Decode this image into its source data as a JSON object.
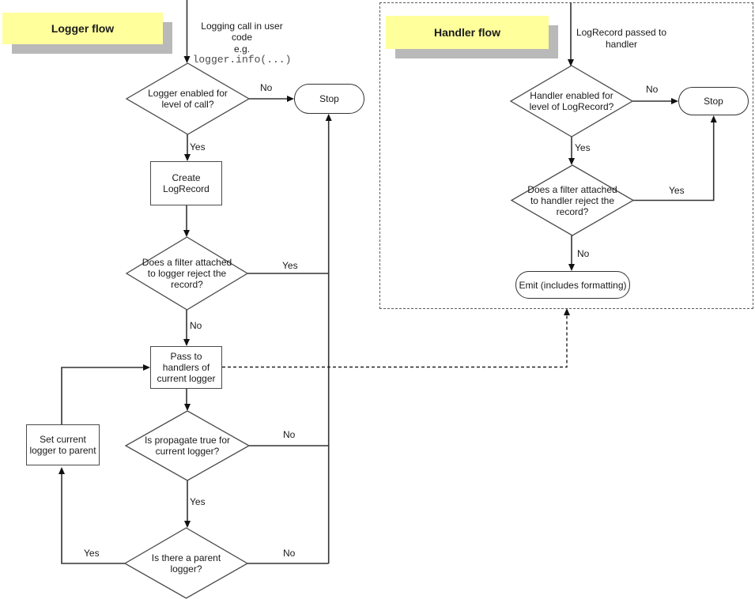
{
  "diagram": {
    "colors": {
      "label_background": "#ffff9c",
      "label_shadow": "#b9b9b9",
      "line": "#333333",
      "node_fill": "#ffffff"
    },
    "logger_flow": {
      "title": "Logger flow",
      "intro_text": "Logging call in user\ncode\ne.g.",
      "intro_code": "logger.info(...)",
      "nodes": {
        "enabled_check": "Logger enabled for\nlevel of call?",
        "stop": "Stop",
        "create_logrecord": "Create\nLogRecord",
        "filter_check": "Does a filter attached\nto logger reject the\nrecord?",
        "pass_to_handlers": "Pass to\nhandlers of\ncurrent logger",
        "propagate_check": "Is propagate true for\ncurrent logger?",
        "set_current_logger": "Set current\nlogger to parent",
        "parent_check": "Is there a parent\nlogger?"
      },
      "edge_labels": {
        "enabled_no": "No",
        "enabled_yes": "Yes",
        "filter_yes": "Yes",
        "filter_no": "No",
        "propagate_no": "No",
        "propagate_yes": "Yes",
        "parent_yes": "Yes",
        "parent_no": "No"
      }
    },
    "handler_flow": {
      "title": "Handler flow",
      "intro_text": "LogRecord passed to\nhandler",
      "nodes": {
        "enabled_check": "Handler enabled for\nlevel of LogRecord?",
        "stop": "Stop",
        "filter_check": "Does a filter attached\nto handler reject the\nrecord?",
        "emit": "Emit (includes formatting)"
      },
      "edge_labels": {
        "enabled_no": "No",
        "enabled_yes": "Yes",
        "filter_yes": "Yes",
        "filter_no": "No"
      }
    }
  }
}
